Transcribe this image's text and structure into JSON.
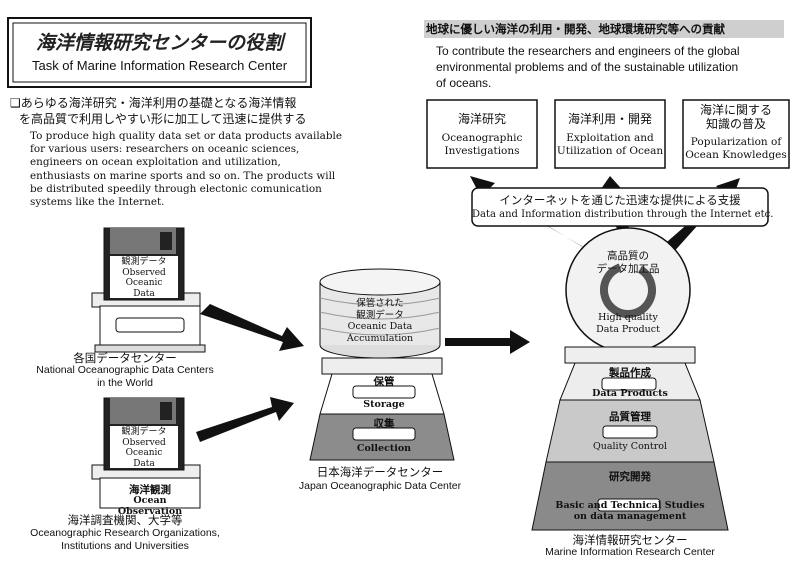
{
  "title": {
    "ja": "海洋情報研究センターの役割",
    "en": "Task of Marine Information Research Center"
  },
  "intro": {
    "ja_line1": "❑あらゆる海洋研究・海洋利用の基礎となる海洋情報",
    "ja_line2": "を高品質で利用しやすい形に加工して迅速に提供する",
    "en_lines": [
      "To produce high quality data set or data products available",
      "for various users: researchers on oceanic sciences,",
      "engineers on ocean exploitation and utilization,",
      "enthusiasts on marine sports and so on. The products will",
      "be distributed speedily through electonic comunication",
      "systems like the Internet."
    ]
  },
  "contribution": {
    "ja": "地球に優しい海洋の利用・開発、地球環境研究等への貢献",
    "en_lines": [
      "To contribute the researchers and engineers of the global",
      "environmental problems and of the sustainable utilization",
      "of oceans."
    ]
  },
  "user_boxes": [
    {
      "ja": "海洋研究",
      "en1": "Oceanographic",
      "en2": "Investigations"
    },
    {
      "ja": "海洋利用・開発",
      "en1": "Exploitation and",
      "en2": "Utilization of Ocean"
    },
    {
      "ja1": "海洋に関する",
      "ja2": "知識の普及",
      "en1": "Popularization of",
      "en2": "Ocean Knowledges"
    }
  ],
  "internet": {
    "ja": "インターネットを通じた迅速な提供による支援",
    "en": "Data and Information distribution through the Internet etc."
  },
  "sources": [
    {
      "disk_ja": "観測データ",
      "disk_en1": "Observed",
      "disk_en2": "Oceanic",
      "disk_en3": "Data",
      "label_ja": "各国データセンター",
      "label_en1": "National Oceanographic Data Centers",
      "label_en2": "in the World"
    },
    {
      "disk_ja": "観測データ",
      "disk_en1": "Observed",
      "disk_en2": "Oceanic",
      "disk_en3": "Data",
      "base_ja": "海洋観測",
      "base_en": "Ocean Observation",
      "label_ja": "海洋調査機関、大学等",
      "label_en1": "Oceanographic Research Organizations,",
      "label_en2": "Institutions and Universities"
    }
  ],
  "jodc": {
    "stack_ja1": "保管された",
    "stack_ja2": "観測データ",
    "stack_en1": "Oceanic Data",
    "stack_en2": "Accumulation",
    "storage_ja": "保管",
    "storage_en": "Storage",
    "collection_ja": "収集",
    "collection_en": "Collection",
    "label_ja": "日本海洋データセンター",
    "label_en": "Japan Oceanographic Data Center"
  },
  "mirc": {
    "disc_ja1": "高品質の",
    "disc_ja2": "データ加工品",
    "disc_en1": "High quality",
    "disc_en2": "Data Product",
    "tiers": [
      {
        "ja": "製品作成",
        "en": "Data Products"
      },
      {
        "ja": "品質管理",
        "en": "Quality Control"
      },
      {
        "ja": "研究開発",
        "en1": "Basic and Technical Studies",
        "en2": "on data management"
      }
    ],
    "label_ja": "海洋情報研究センター",
    "label_en": "Marine Information Research Center"
  },
  "colors": {
    "light_gray": "#e6e6e6",
    "mid_gray": "#c8c8c8",
    "dark_gray": "#8c8c8c",
    "ink": "#111111"
  }
}
